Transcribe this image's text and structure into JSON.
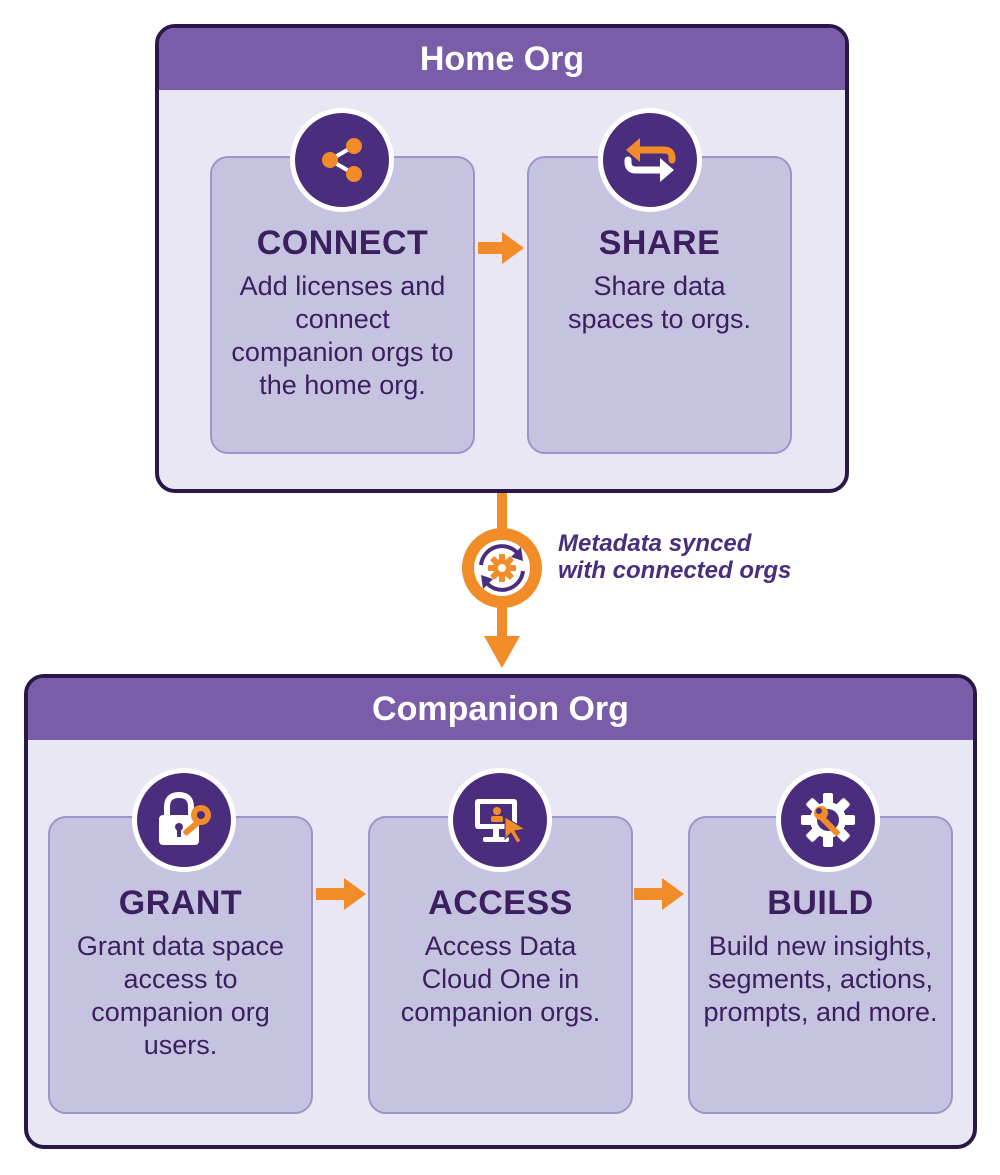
{
  "home_org": {
    "title": "Home Org",
    "steps": [
      {
        "title": "CONNECT",
        "body": "Add licenses and connect companion orgs to the home org.",
        "icon": "share-network-icon"
      },
      {
        "title": "SHARE",
        "body": "Share data spaces to orgs.",
        "icon": "exchange-arrows-icon"
      }
    ]
  },
  "sync": {
    "label": "Metadata synced with connected orgs",
    "icon": "sync-gear-icon"
  },
  "companion_org": {
    "title": "Companion Org",
    "steps": [
      {
        "title": "GRANT",
        "body": "Grant data space access to companion org users.",
        "icon": "lock-key-icon"
      },
      {
        "title": "ACCESS",
        "body": "Access Data Cloud One in companion orgs.",
        "icon": "monitor-cursor-icon"
      },
      {
        "title": "BUILD",
        "body": "Build new insights, segments, actions, prompts, and more.",
        "icon": "gear-wrench-icon"
      }
    ]
  },
  "colors": {
    "header": "#7a5da8",
    "panel": "#e8e7f3",
    "card": "#c6c3e1",
    "accent": "#f28c28",
    "dark": "#2b1747"
  }
}
